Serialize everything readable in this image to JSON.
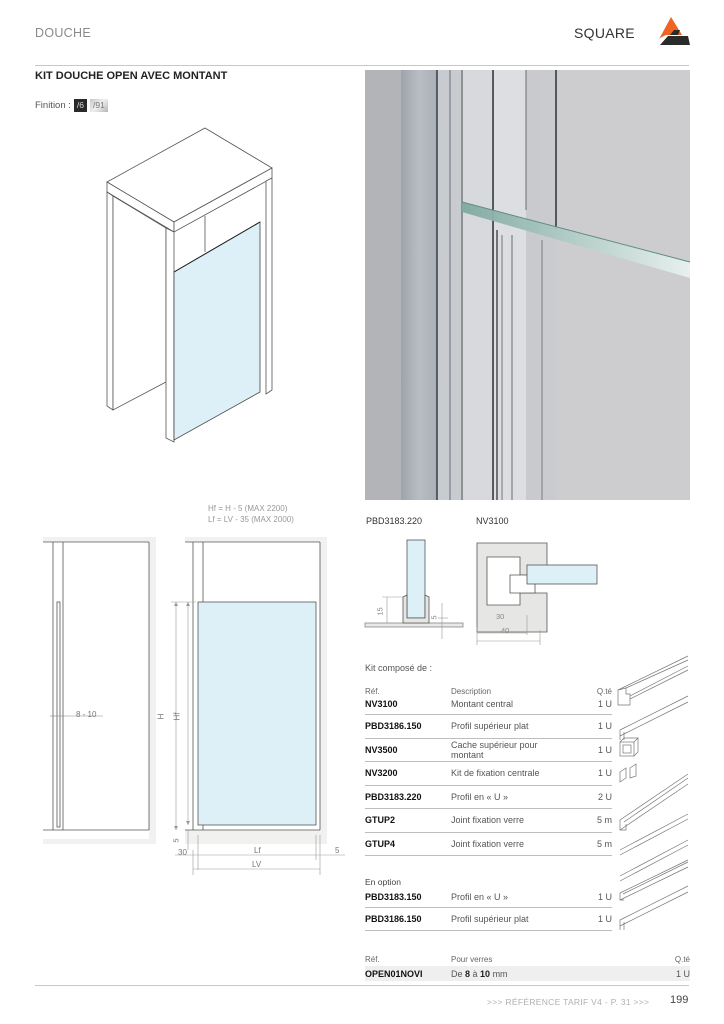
{
  "header": {
    "section": "DOUCHE",
    "brand": "SQUARE",
    "logo_colors": {
      "orange": "#ef6421",
      "dark": "#2b2b2b"
    }
  },
  "product": {
    "title": "KIT DOUCHE OPEN AVEC MONTANT",
    "finition_label": "Finition :",
    "finitions": [
      {
        "code": "/6",
        "color": "#2a2a2a"
      },
      {
        "code": "/91",
        "color": "#cfcfcf"
      }
    ]
  },
  "drawing": {
    "formula_hf": "Hf = H - 5 (MAX 2200)",
    "formula_lf": "Lf = LV - 35 (MAX 2000)",
    "dim_glass": "8 - 10",
    "dim_h": "H",
    "dim_hf": "Hf",
    "dim_5_bottom": "5",
    "dim_30": "30",
    "dim_lf": "Lf",
    "dim_5_right": "5",
    "dim_lv": "LV",
    "glass_color": "#ddf0f7"
  },
  "profiles": {
    "u_profile": {
      "ref": "PBD3183.220",
      "dim_15": "15",
      "dim_5": "5"
    },
    "montant": {
      "ref": "NV3100",
      "dim_30": "30",
      "dim_40": "40"
    }
  },
  "kit": {
    "label": "Kit composé de :",
    "columns": {
      "ref": "Réf.",
      "desc": "Description",
      "qty": "Q.té"
    },
    "items": [
      {
        "ref": "NV3100",
        "desc": "Montant central",
        "qty": "1 U"
      },
      {
        "ref": "PBD3186.150",
        "desc": "Profil supérieur plat",
        "qty": "1 U"
      },
      {
        "ref": "NV3500",
        "desc": "Cache supérieur pour montant",
        "qty": "1 U"
      },
      {
        "ref": "NV3200",
        "desc": "Kit de fixation centrale",
        "qty": "1 U"
      },
      {
        "ref": "PBD3183.220",
        "desc": "Profil en « U »",
        "qty": "2 U"
      },
      {
        "ref": "GTUP2",
        "desc": "Joint fixation verre",
        "qty": "5 m"
      },
      {
        "ref": "GTUP4",
        "desc": "Joint fixation verre",
        "qty": "5 m"
      }
    ]
  },
  "options": {
    "label": "En option",
    "items": [
      {
        "ref": "PBD3183.150",
        "desc": "Profil en « U »",
        "qty": "1 U"
      },
      {
        "ref": "PBD3186.150",
        "desc": "Profil supérieur plat",
        "qty": "1 U"
      }
    ]
  },
  "order": {
    "columns": {
      "ref": "Réf.",
      "desc": "Pour verres",
      "qty": "Q.té"
    },
    "row": {
      "ref": "OPEN01NOVI",
      "desc_pre": "De ",
      "desc_a": "8",
      "desc_mid": " à ",
      "desc_b": "10",
      "desc_post": " mm",
      "qty": "1 U"
    }
  },
  "footer": {
    "reference": ">>> RÉFÉRENCE TARIF V4 - P. 31 >>>",
    "page_number": "199"
  }
}
